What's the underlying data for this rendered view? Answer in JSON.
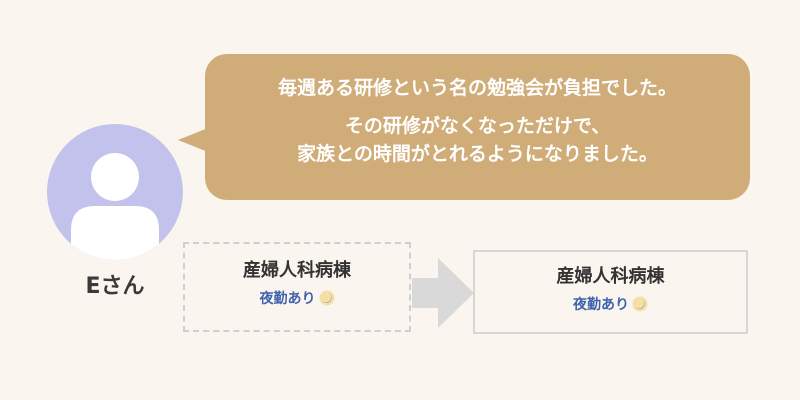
{
  "speaker": {
    "name": "Eさん",
    "avatar_color": "#c3c2ec",
    "avatar_icon": "person-silhouette-icon"
  },
  "speech_bubble": {
    "color": "#cfac78",
    "lines": [
      "毎週ある研修という名の勉強会が負担でした。",
      "その研修がなくなっただけで、",
      "家族との時間がとれるようになりました。"
    ]
  },
  "wards": {
    "before": {
      "name": "産婦人科病棟",
      "shift": "夜勤あり",
      "shift_icon": "crescent-moon-icon",
      "border_style": "dashed"
    },
    "after": {
      "name": "産婦人科病棟",
      "shift": "夜勤あり",
      "shift_icon": "crescent-moon-icon",
      "border_style": "solid"
    },
    "transition_icon": "right-arrow-icon"
  },
  "colors": {
    "background": "#fbf5ef",
    "shift_text": "#3f63ad",
    "arrow": "#d9d9d9"
  }
}
